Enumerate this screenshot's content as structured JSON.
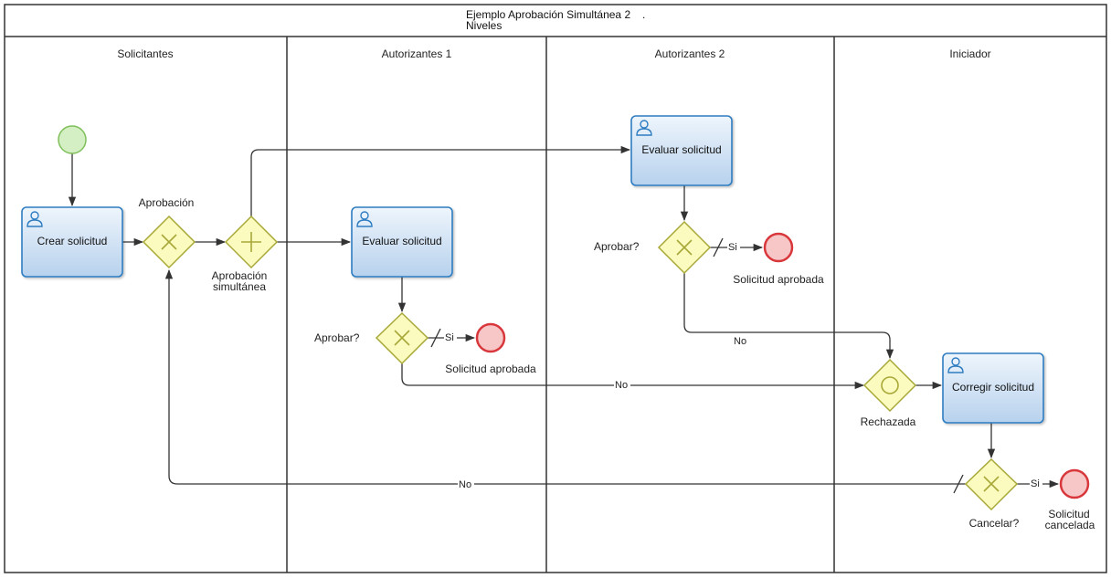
{
  "pool": {
    "title_line1": "Ejemplo Aprobación Simultánea 2",
    "title_line2": "Niveles",
    "title_dot": "."
  },
  "lanes": [
    {
      "label": "Solicitantes"
    },
    {
      "label": "Autorizantes 1"
    },
    {
      "label": "Autorizantes 2"
    },
    {
      "label": "Iniciador"
    }
  ],
  "tasks": {
    "crear": "Crear solicitud",
    "evaluar1": "Evaluar solicitud",
    "evaluar2": "Evaluar solicitud",
    "corregir": "Corregir solicitud"
  },
  "gateways": {
    "aprobacion": "Aprobación",
    "simultanea_line1": "Aprobación",
    "simultanea_line2": "simultánea",
    "aprobar1": "Aprobar?",
    "aprobar2": "Aprobar?",
    "rechazada": "Rechazada",
    "cancelar": "Cancelar?"
  },
  "events": {
    "fin_aprobada1": "Solicitud aprobada",
    "fin_aprobada2": "Solicitud aprobada",
    "fin_cancelada_line1": "Solicitud",
    "fin_cancelada_line2": "cancelada"
  },
  "flow_labels": {
    "si_1": "Si",
    "si_2": "Si",
    "si_3": "Si",
    "no_1": "No",
    "no_2": "No",
    "no_3": "No"
  },
  "colors": {
    "task_fill_top": "#eaf2fb",
    "task_fill_bottom": "#b9d3ee",
    "task_stroke": "#2f7dc1",
    "gateway_fill": "#fbfbbf",
    "gateway_stroke": "#a8a839",
    "start_fill": "#d2efbf",
    "start_stroke": "#7fbf5a",
    "end_fill": "#f7c4c4",
    "end_stroke": "#d8373c",
    "line": "#333333"
  }
}
